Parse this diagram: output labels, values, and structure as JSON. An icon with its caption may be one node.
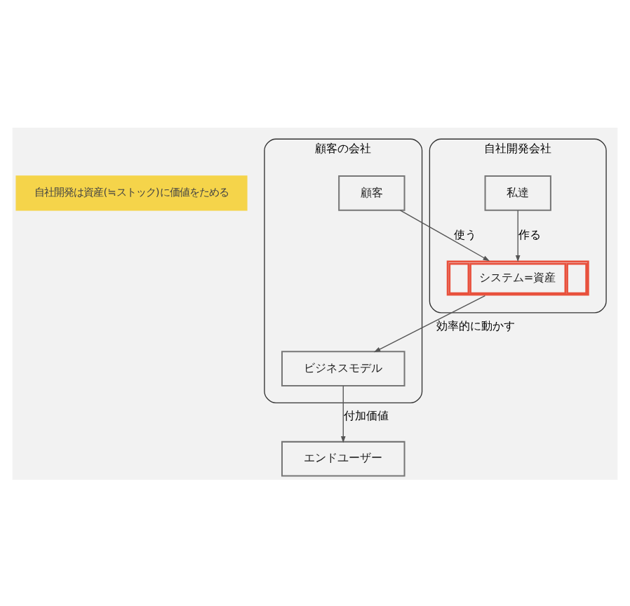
{
  "diagram": {
    "nodes": [
      {
        "text": [
          "自社開発は資産(≒ストック)に価値をためる"
        ]
      },
      {
        "text": [
          "顧客の会社"
        ]
      },
      {
        "text": [
          "顧客"
        ],
        "in": 1
      },
      {
        "text": [
          "ビジネスモデル"
        ],
        "in": 1
      },
      {
        "text": [
          "自社開発会社"
        ]
      },
      {
        "text": [
          "私達"
        ],
        "in": 4
      },
      {
        "text": [
          "システム=資産"
        ],
        "in": 4
      },
      {
        "text": [
          "エンドユーザー"
        ]
      }
    ],
    "edges": [
      {
        "from": 5,
        "to": 6,
        "arrow": "to",
        "label": "作る"
      },
      {
        "from": 2,
        "to": 6,
        "arrow": "to",
        "label": "使う"
      },
      {
        "from": 6,
        "to": 3,
        "arrow": "to",
        "label": "効率的に動かす"
      },
      {
        "from": 3,
        "to": 7,
        "arrow": "to",
        "label": "付加価値"
      }
    ]
  }
}
